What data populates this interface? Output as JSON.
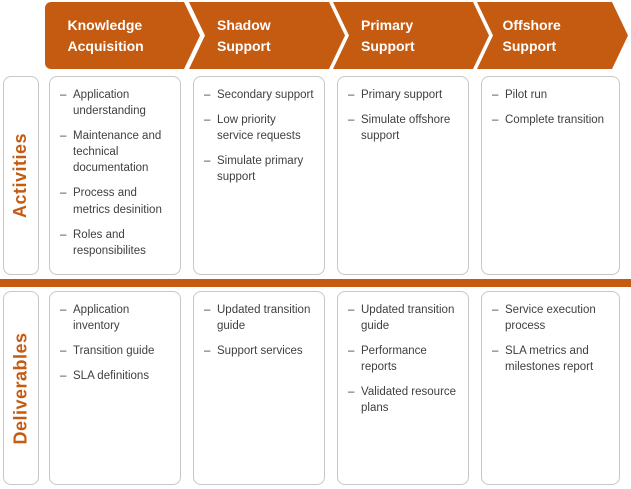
{
  "colors": {
    "accent": "#C55A11",
    "body_text": "#404040",
    "box_border": "#C7C7C7",
    "banner_text": "#FFFFFF"
  },
  "list_marker": "–",
  "row_labels": {
    "activities": "Activities",
    "deliverables": "Deliverables"
  },
  "phases": [
    {
      "title": "Knowledge Acquisition",
      "activities": [
        "Application understanding",
        "Maintenance and technical documentation",
        "Process and metrics desinition",
        "Roles and responsibilites"
      ],
      "deliverables": [
        "Application inventory",
        "Transition guide",
        "SLA definitions"
      ]
    },
    {
      "title": "Shadow Support",
      "activities": [
        "Secondary support",
        "Low priority service requests",
        "Simulate primary support"
      ],
      "deliverables": [
        "Updated transition guide",
        "Support services"
      ]
    },
    {
      "title": "Primary Support",
      "activities": [
        "Primary support",
        "Simulate offshore support"
      ],
      "deliverables": [
        "Updated transition guide",
        "Performance reports",
        "Validated resource plans"
      ]
    },
    {
      "title": "Offshore Support",
      "activities": [
        "Pilot run",
        "Complete transition"
      ],
      "deliverables": [
        "Service execution process",
        "SLA metrics and milestones report"
      ]
    }
  ]
}
